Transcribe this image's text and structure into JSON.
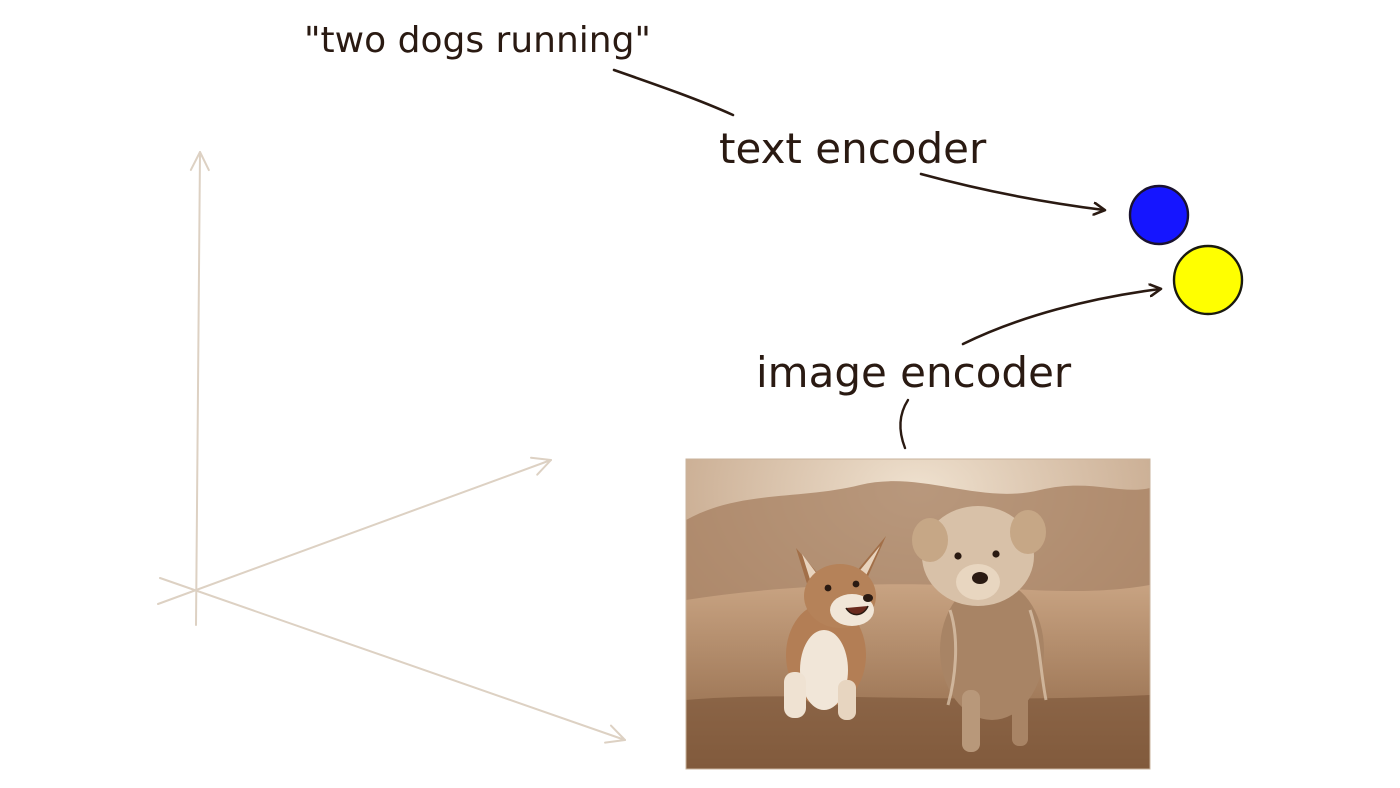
{
  "labels": {
    "caption": "\"two dogs running\"",
    "text_encoder": "text encoder",
    "image_encoder": "image encoder"
  },
  "embeddings": {
    "text_dot_color": "#1515ff",
    "image_dot_color": "#ffff00"
  },
  "image_icon": "photo-of-two-dogs-running-icon"
}
